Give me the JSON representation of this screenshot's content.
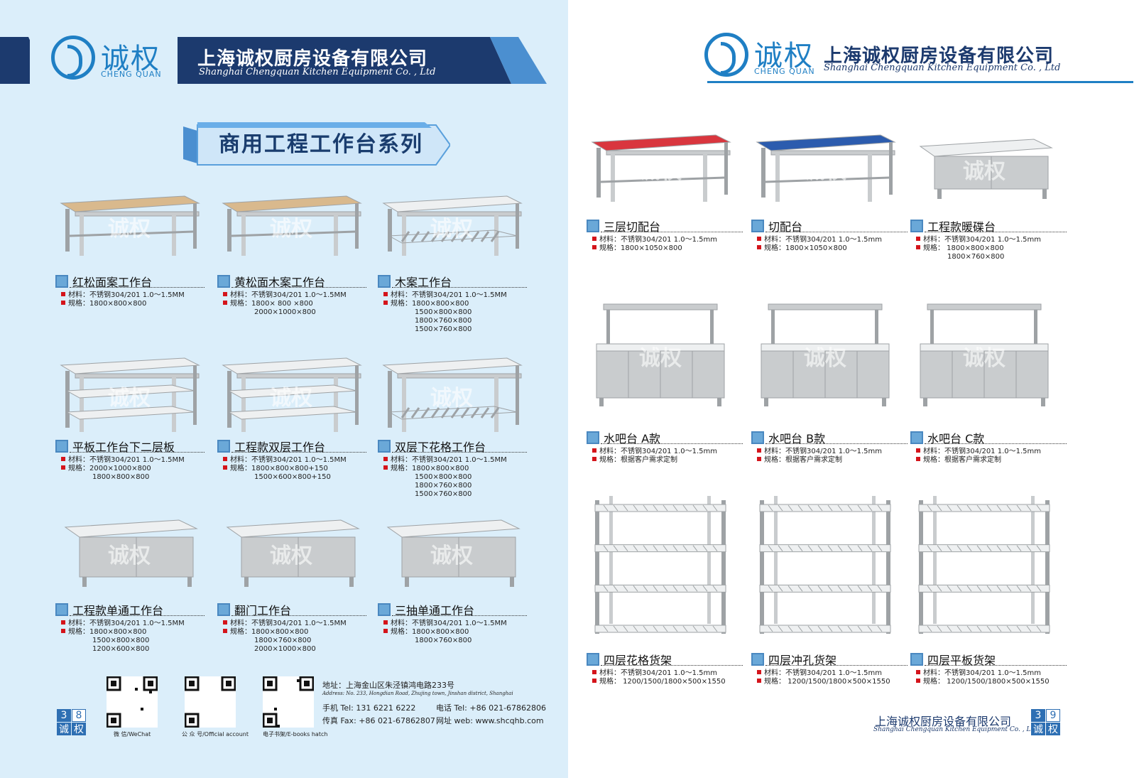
{
  "brand": {
    "logo_cn": "诚权",
    "logo_en": "CHENG QUAN",
    "company_cn": "上海诚权厨房设备有限公司",
    "company_en": "Shanghai Chengquan Kitchen Equipment Co. , Ltd"
  },
  "left_page": {
    "series_title": "商用工程工作台系列",
    "page_number": [
      "3",
      "8",
      "诚",
      "权"
    ],
    "products": [
      {
        "name": "红松面案工作台",
        "spec_lines": [
          "材料：不锈钢304/201 1.0～1.5MM",
          "规格：1800×800×800"
        ]
      },
      {
        "name": "黄松面木案工作台",
        "spec_lines": [
          "材料：不锈钢304/201 1.0～1.5MM",
          "规格：1800× 800 ×800",
          "2000×1000×800"
        ]
      },
      {
        "name": "木案工作台",
        "spec_lines": [
          "材料：不锈钢304/201 1.0～1.5MM",
          "规格：1800×800×800",
          "1500×800×800",
          "1800×760×800",
          "1500×760×800"
        ]
      },
      {
        "name": "平板工作台下二层板",
        "spec_lines": [
          "材料：不锈钢304/201 1.0～1.5MM",
          "规格：2000×1000×800",
          "1800×800×800"
        ]
      },
      {
        "name": "工程款双层工作台",
        "spec_lines": [
          "材料：不锈钢304/201 1.0～1.5MM",
          "规格：1800×800×800+150",
          "1500×600×800+150"
        ]
      },
      {
        "name": "双层下花格工作台",
        "spec_lines": [
          "材料：不锈钢304/201 1.0～1.5MM",
          "规格：1800×800×800",
          "1500×800×800",
          "1800×760×800",
          "1500×760×800"
        ]
      },
      {
        "name": "工程款单通工作台",
        "spec_lines": [
          "材料：不锈钢304/201 1.0～1.5MM",
          "规格：1800×800×800",
          "1500×800×800",
          "1200×600×800"
        ]
      },
      {
        "name": "翻门工作台",
        "spec_lines": [
          "材料：不锈钢304/201 1.0～1.5MM",
          "规格：1800×800×800",
          "1800×760×800",
          "2000×1000×800"
        ]
      },
      {
        "name": "三抽单通工作台",
        "spec_lines": [
          "材料：不锈钢304/201 1.0～1.5MM",
          "规格：1800×800×800",
          "1800×760×800"
        ]
      }
    ],
    "footer": {
      "qr_labels": [
        "微 信/WeChat",
        "公 众 号/Official account",
        "电子书架/E-books hatch"
      ],
      "address_cn": "地址：上海金山区朱泾镇鸿电路233号",
      "address_en": "Address: No. 233, Hongdian Road, Zhujing town, Jinshan district, Shanghai",
      "phone": "手机 Tel:  131  6221  6222",
      "tel": "电话 Tel:  +86  021-67862806",
      "fax": "传真 Fax:  +86  021-67862807",
      "web": "网址 web:  www.shcqhb.com"
    }
  },
  "right_page": {
    "page_number": [
      "3",
      "9",
      "诚",
      "权"
    ],
    "footer_company_cn": "上海诚权厨房设备有限公司",
    "footer_company_en": "Shanghai Chengquan Kitchen Equipment Co. , Ltd",
    "products": [
      {
        "name": "三层切配台",
        "spec_lines": [
          "材料：不锈钢304/201  1.0～1.5mm",
          "规格：1800×1050×800"
        ]
      },
      {
        "name": "切配台",
        "spec_lines": [
          "材料：不锈钢304/201  1.0～1.5mm",
          "规格：1800×1050×800"
        ]
      },
      {
        "name": "工程款暖碟台",
        "spec_lines": [
          "材料：不锈钢304/201  1.0～1.5mm",
          "规格：  1800×800×800",
          "1800×760×800"
        ]
      },
      {
        "name": "水吧台   A款",
        "spec_lines": [
          "材料：不锈钢304/201  1.0～1.5mm",
          "规格：根据客户需求定制"
        ]
      },
      {
        "name": "水吧台   B款",
        "spec_lines": [
          "材料：不锈钢304/201  1.0～1.5mm",
          "规格：根据客户需求定制"
        ]
      },
      {
        "name": "水吧台   C款",
        "spec_lines": [
          "材料：不锈钢304/201  1.0～1.5mm",
          "规格：根据客户需求定制"
        ]
      },
      {
        "name": "四层花格货架",
        "spec_lines": [
          "材料：不锈钢304/201  1.0～1.5mm",
          "规格：  1200/1500/1800×500×1550"
        ]
      },
      {
        "name": "四层冲孔货架",
        "spec_lines": [
          "材料：不锈钢304/201  1.0～1.5mm",
          "规格：  1200/1500/1800×500×1550"
        ]
      },
      {
        "name": "四层平板货架",
        "spec_lines": [
          "材料：不锈钢304/201  1.0～1.5mm",
          "规格：  1200/1500/1800×500×1550"
        ]
      }
    ]
  },
  "colors": {
    "left_bg": "#dbeefa",
    "brand_blue": "#1f7fc4",
    "navy": "#1c3a6e",
    "bullet_red": "#d4141b"
  }
}
